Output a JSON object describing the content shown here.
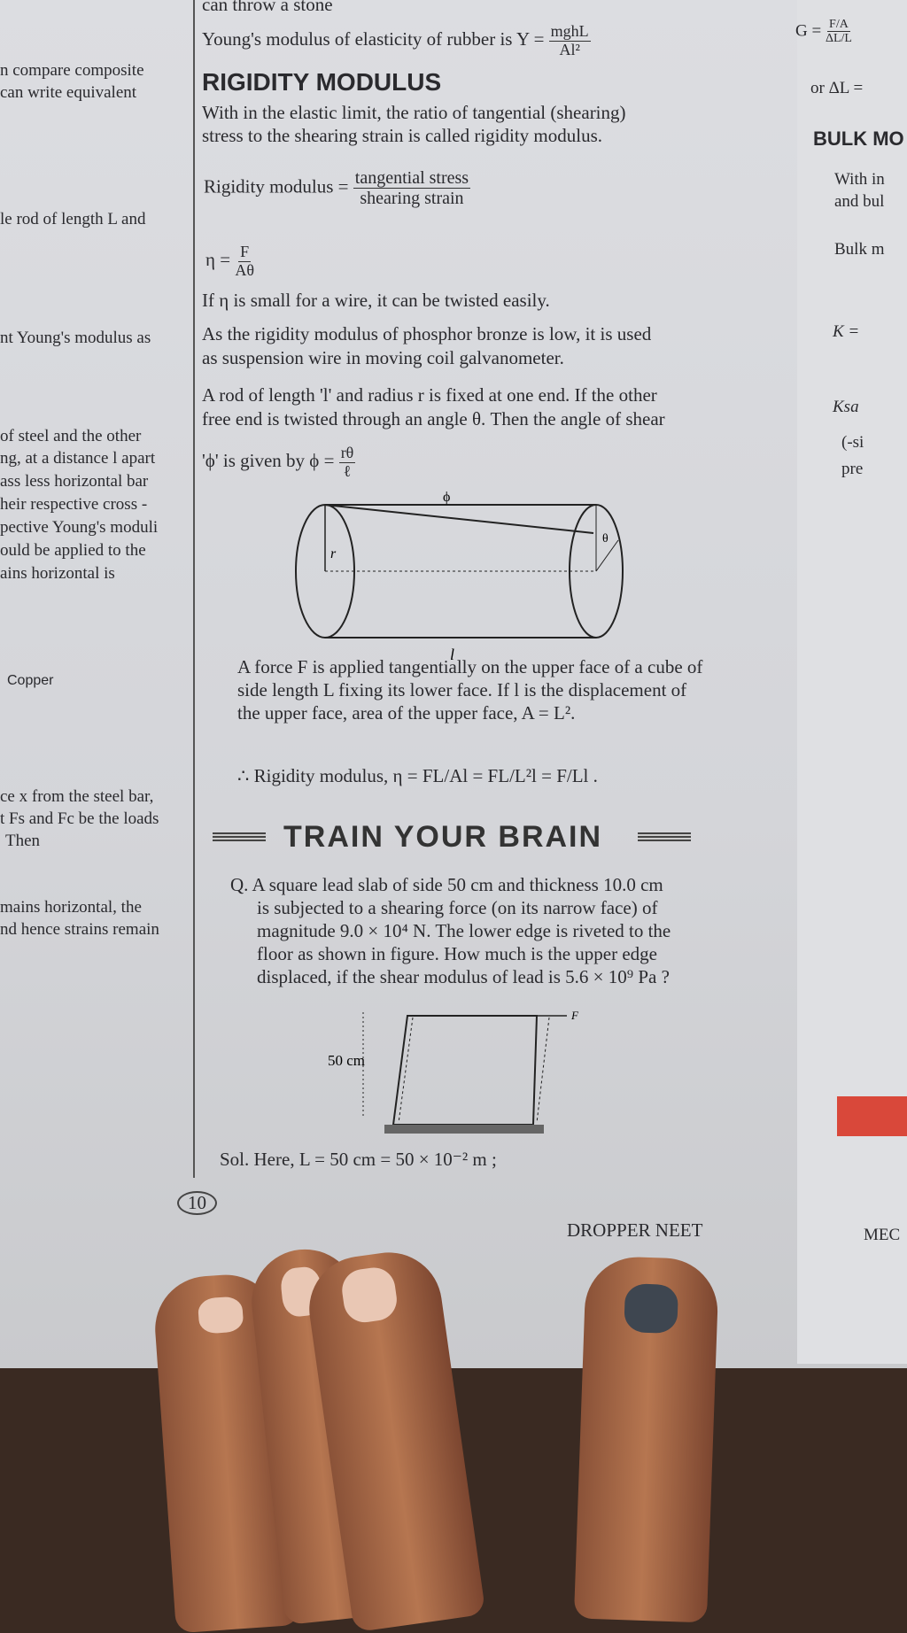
{
  "left_column": [
    "n compare composite",
    "can write equivalent",
    "le rod of length L and",
    "nt Young's modulus as",
    "of steel and the other",
    "ng, at a distance l apart",
    "ass less horizontal bar",
    "heir respective cross -",
    "pective Young's moduli",
    "ould be applied to the",
    "ains horizontal is",
    "Copper",
    "ce x from the steel bar,",
    "t Fs and Fc be the loads",
    "Then",
    "mains horizontal, the",
    "nd hence strains remain"
  ],
  "main": {
    "line0": "can throw a stone",
    "young_text": "Young's modulus of elasticity of rubber is Y =",
    "young_num": "mghL",
    "young_den": "Al²",
    "heading": "RIGIDITY MODULUS",
    "para1": [
      "With in the elastic limit, the ratio of tangential (shearing)",
      "stress to the shearing strain is called rigidity modulus."
    ],
    "rig_label": "Rigidity modulus =",
    "rig_num": "tangential stress",
    "rig_den": "shearing strain",
    "eta_label": "η =",
    "eta_num": "F",
    "eta_den": "Aθ",
    "para2": [
      "If η is small for a wire, it can be twisted easily.",
      "As the rigidity modulus of phosphor bronze is low, it is used",
      "as suspension wire in moving coil galvanometer.",
      "A rod of length 'l' and radius r is fixed at one end. If the other",
      "free end is twisted through an angle θ. Then the angle of shear"
    ],
    "phi_label": "'ϕ' is given by ϕ =",
    "phi_num": "rθ",
    "phi_den": "ℓ",
    "diagram": {
      "phi": "ϕ",
      "theta": "θ",
      "r": "r",
      "l": "l"
    },
    "para3": [
      "A force F is applied tangentially on the upper face of a cube of",
      "side length L fixing its lower face. If l is the displacement of",
      "the upper face, area of the upper face, A = L²."
    ],
    "rig2": "∴  Rigidity modulus, η = FL/Al = FL/L²l = F/Ll .",
    "tyb": "TRAIN YOUR BRAIN",
    "question": [
      "Q. A square lead slab of side 50 cm and thickness 10.0 cm",
      "is subjected to a shearing force (on its narrow face) of",
      "magnitude 9.0 × 10⁴ N. The lower edge is riveted to the",
      "floor as shown in figure. How much is the upper edge",
      "displaced, if the shear modulus of lead is 5.6 × 10⁹ Pa ?"
    ],
    "fig": {
      "side": "50 cm",
      "force": "F"
    },
    "sol": "Sol. Here, L = 50 cm = 50 × 10⁻² m ;",
    "page_number": "10",
    "footer": "DROPPER NEET"
  },
  "right_column": {
    "g_label": "G =",
    "g_num": "F/A",
    "g_den": "ΔL/L",
    "or": "or  ΔL =",
    "heading": "BULK MO",
    "l1": "With in",
    "l2": "and bul",
    "l3": "Bulk m",
    "k": "K =",
    "ksa": "Ksa",
    "si": "(-si",
    "pre": "pre",
    "footer": "MEC"
  }
}
